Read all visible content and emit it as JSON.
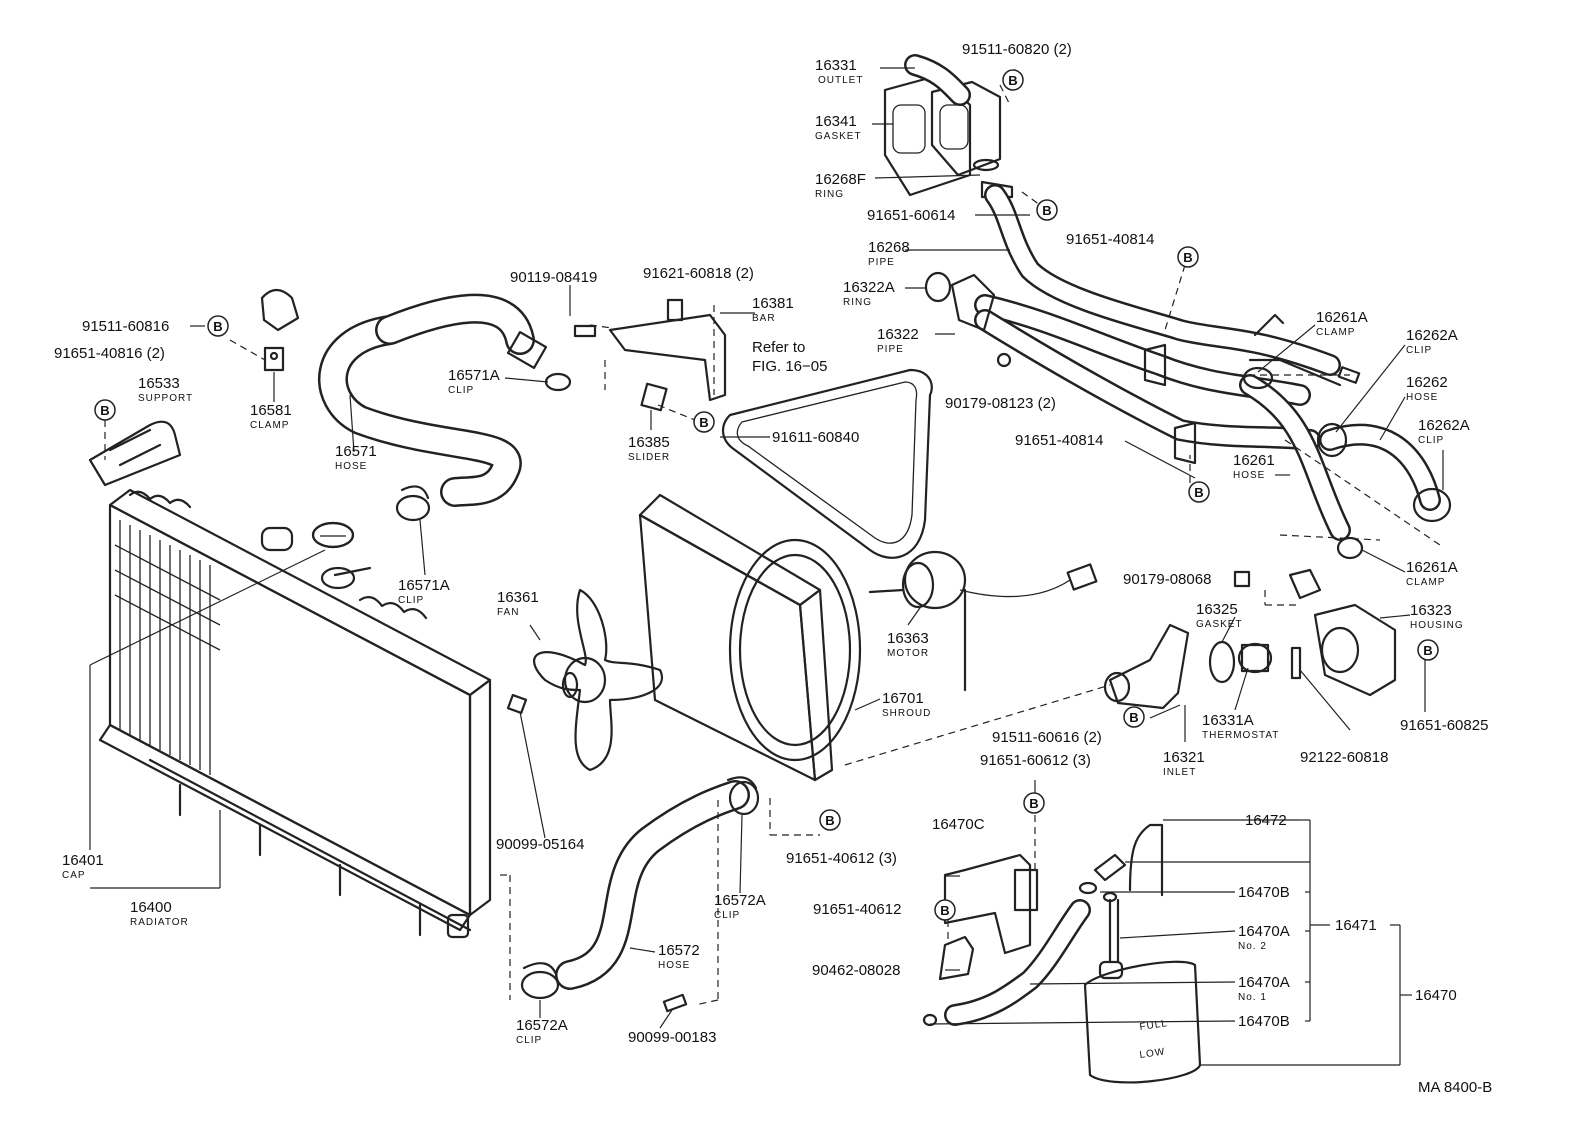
{
  "diagram": {
    "code": "MA 8400-B",
    "note_line1": "Refer to",
    "note_line2": "FIG. 16−05",
    "bolt_mark": "B",
    "labels": [
      {
        "id": "16331",
        "num": "16331",
        "sub": "OUTLET"
      },
      {
        "id": "91511-60820",
        "num": "91511-60820 (2)"
      },
      {
        "id": "16341",
        "num": "16341",
        "sub": "GASKET"
      },
      {
        "id": "16268F",
        "num": "16268F",
        "sub": "RING"
      },
      {
        "id": "91651-60614",
        "num": "91651-60614"
      },
      {
        "id": "16268",
        "num": "16268",
        "sub": "PIPE"
      },
      {
        "id": "91651-40814-top",
        "num": "91651-40814"
      },
      {
        "id": "16322A",
        "num": "16322A",
        "sub": "RING"
      },
      {
        "id": "16322",
        "num": "16322",
        "sub": "PIPE"
      },
      {
        "id": "90179-08123",
        "num": "90179-08123 (2)"
      },
      {
        "id": "16261A-top",
        "num": "16261A",
        "sub": "CLAMP"
      },
      {
        "id": "16262A-top",
        "num": "16262A",
        "sub": "CLIP"
      },
      {
        "id": "16262",
        "num": "16262",
        "sub": "HOSE"
      },
      {
        "id": "16262A-right",
        "num": "16262A",
        "sub": "CLIP"
      },
      {
        "id": "91651-40814-mid",
        "num": "91651-40814"
      },
      {
        "id": "16261",
        "num": "16261",
        "sub": "HOSE"
      },
      {
        "id": "16261A-bottom",
        "num": "16261A",
        "sub": "CLAMP"
      },
      {
        "id": "90179-08068",
        "num": "90179-08068"
      },
      {
        "id": "16325",
        "num": "16325",
        "sub": "GASKET"
      },
      {
        "id": "16323",
        "num": "16323",
        "sub": "HOUSING"
      },
      {
        "id": "91651-60825",
        "num": "91651-60825"
      },
      {
        "id": "16331A",
        "num": "16331A",
        "sub": "THERMOSTAT"
      },
      {
        "id": "92122-60818",
        "num": "92122-60818"
      },
      {
        "id": "91511-60616",
        "num": "91511-60616 (2)"
      },
      {
        "id": "16321",
        "num": "16321",
        "sub": "INLET"
      },
      {
        "id": "91651-60612",
        "num": "91651-60612 (3)"
      },
      {
        "id": "90119-08419",
        "num": "90119-08419"
      },
      {
        "id": "91621-60818",
        "num": "91621-60818 (2)"
      },
      {
        "id": "16381",
        "num": "16381",
        "sub": "BAR"
      },
      {
        "id": "16571A-top",
        "num": "16571A",
        "sub": "CLIP"
      },
      {
        "id": "16385",
        "num": "16385",
        "sub": "SLIDER"
      },
      {
        "id": "91611-60840",
        "num": "91611-60840"
      },
      {
        "id": "91511-60816",
        "num": "91511-60816"
      },
      {
        "id": "91651-40816",
        "num": "91651-40816 (2)"
      },
      {
        "id": "16533",
        "num": "16533",
        "sub": "SUPPORT"
      },
      {
        "id": "16581",
        "num": "16581",
        "sub": "CLAMP"
      },
      {
        "id": "16571",
        "num": "16571",
        "sub": "HOSE"
      },
      {
        "id": "16571A-bottom",
        "num": "16571A",
        "sub": "CLIP"
      },
      {
        "id": "16361",
        "num": "16361",
        "sub": "FAN"
      },
      {
        "id": "16363",
        "num": "16363",
        "sub": "MOTOR"
      },
      {
        "id": "16701",
        "num": "16701",
        "sub": "SHROUD"
      },
      {
        "id": "90099-05164",
        "num": "90099-05164"
      },
      {
        "id": "91651-40612-3",
        "num": "91651-40612 (3)"
      },
      {
        "id": "16572A-right",
        "num": "16572A",
        "sub": "CLIP"
      },
      {
        "id": "16572",
        "num": "16572",
        "sub": "HOSE"
      },
      {
        "id": "16572A-left",
        "num": "16572A",
        "sub": "CLIP"
      },
      {
        "id": "90099-00183",
        "num": "90099-00183"
      },
      {
        "id": "16401",
        "num": "16401",
        "sub": "CAP"
      },
      {
        "id": "16400",
        "num": "16400",
        "sub": "RADIATOR"
      },
      {
        "id": "16470C",
        "num": "16470C"
      },
      {
        "id": "91651-40612",
        "num": "91651-40612"
      },
      {
        "id": "90462-08028",
        "num": "90462-08028"
      },
      {
        "id": "16472",
        "num": "16472"
      },
      {
        "id": "16470B-top",
        "num": "16470B"
      },
      {
        "id": "16470A-2",
        "num": "16470A",
        "sub": "No. 2"
      },
      {
        "id": "16471",
        "num": "16471"
      },
      {
        "id": "16470A-1",
        "num": "16470A",
        "sub": "No. 1"
      },
      {
        "id": "16470",
        "num": "16470"
      },
      {
        "id": "16470B-bottom",
        "num": "16470B"
      }
    ]
  }
}
